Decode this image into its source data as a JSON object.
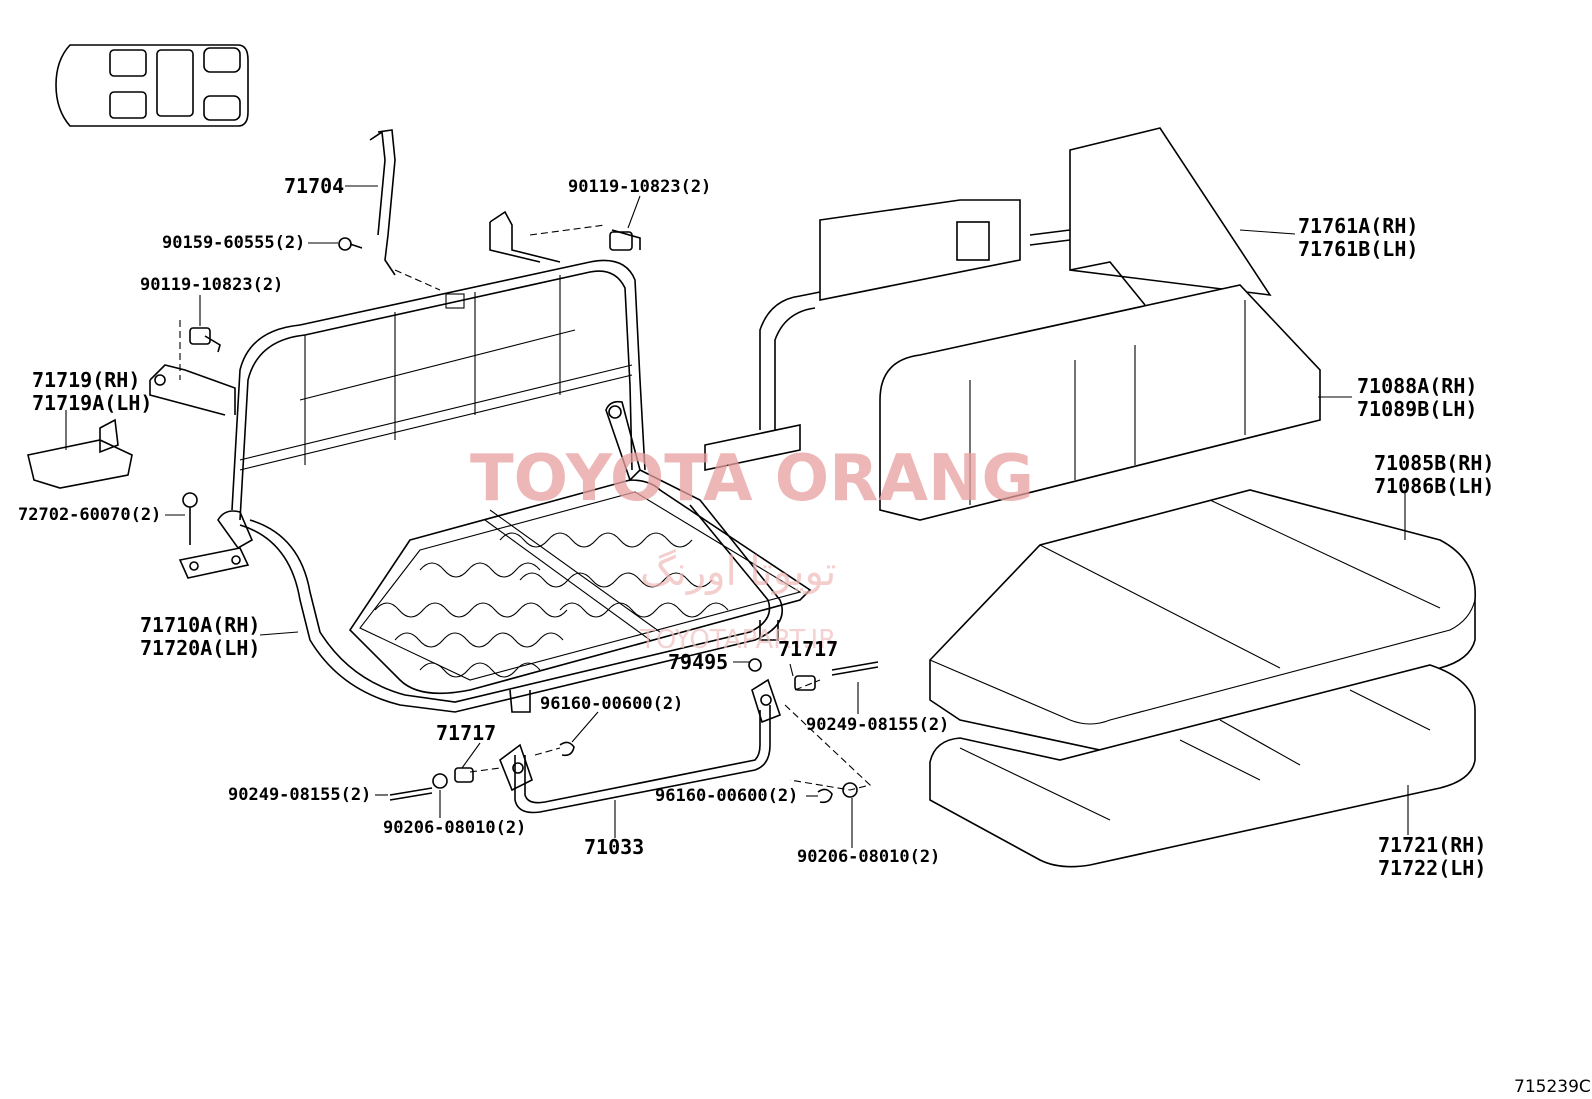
{
  "watermark": {
    "title": "TOYOTA ORANG",
    "subtitle_fa": "تویوتا اورنگ",
    "url": "TOYOTAPART.IR"
  },
  "diagram_code": "715239C",
  "labels": {
    "p71704": "71704",
    "p90159_60555": "90159-60555(2)",
    "p90119_10823_top": "90119-10823(2)",
    "p90119_10823_left": "90119-10823(2)",
    "p71719_rh": "71719(RH)",
    "p71719a_lh": "71719A(LH)",
    "p72702_60070": "72702-60070(2)",
    "p71710a_rh": "71710A(RH)",
    "p71720a_lh": "71720A(LH)",
    "p79495": "79495",
    "p71717_right": "71717",
    "p96160_00600_upper": "96160-00600(2)",
    "p90249_08155_right": "90249-08155(2)",
    "p71717_left": "71717",
    "p90249_08155_left": "90249-08155(2)",
    "p90206_08010_left": "90206-08010(2)",
    "p71033": "71033",
    "p96160_00600_lower": "96160-00600(2)",
    "p90206_08010_right": "90206-08010(2)",
    "p71761a_rh": "71761A(RH)",
    "p71761b_lh": "71761B(LH)",
    "p71088a_rh": "71088A(RH)",
    "p71089b_lh": "71089B(LH)",
    "p71085b_rh": "71085B(RH)",
    "p71086b_lh": "71086B(LH)",
    "p71721_rh": "71721(RH)",
    "p71722_lh": "71722(LH)"
  }
}
